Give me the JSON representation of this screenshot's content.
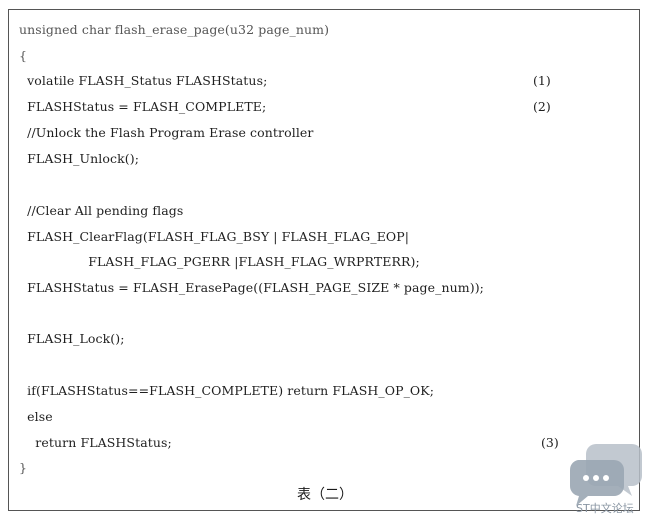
{
  "code": {
    "lines": [
      "unsigned char flash_erase_page(u32 page_num)",
      "{",
      "  volatile FLASH_Status FLASHStatus;",
      "  FLASHStatus = FLASH_COMPLETE;",
      "  //Unlock the Flash Program Erase controller",
      "  FLASH_Unlock();",
      "",
      "  //Clear All pending flags",
      "  FLASH_ClearFlag(FLASH_FLAG_BSY | FLASH_FLAG_EOP|",
      "                 FLASH_FLAG_PGERR |FLASH_FLAG_WRPRTERR);",
      "  FLASHStatus = FLASH_ErasePage((FLASH_PAGE_SIZE * page_num));",
      "",
      "  FLASH_Lock();",
      "",
      "  if(FLASHStatus==FLASH_COMPLETE) return FLASH_OP_OK;",
      "  else",
      "    return FLASHStatus;",
      "}"
    ],
    "markers": {
      "m1": "(1)",
      "m2": "(2)",
      "m3": "(3)"
    }
  },
  "caption": "表（二）",
  "watermark": {
    "text": "ST中文论坛",
    "icon": "chat-bubbles-icon",
    "color": "#8a96a3"
  }
}
